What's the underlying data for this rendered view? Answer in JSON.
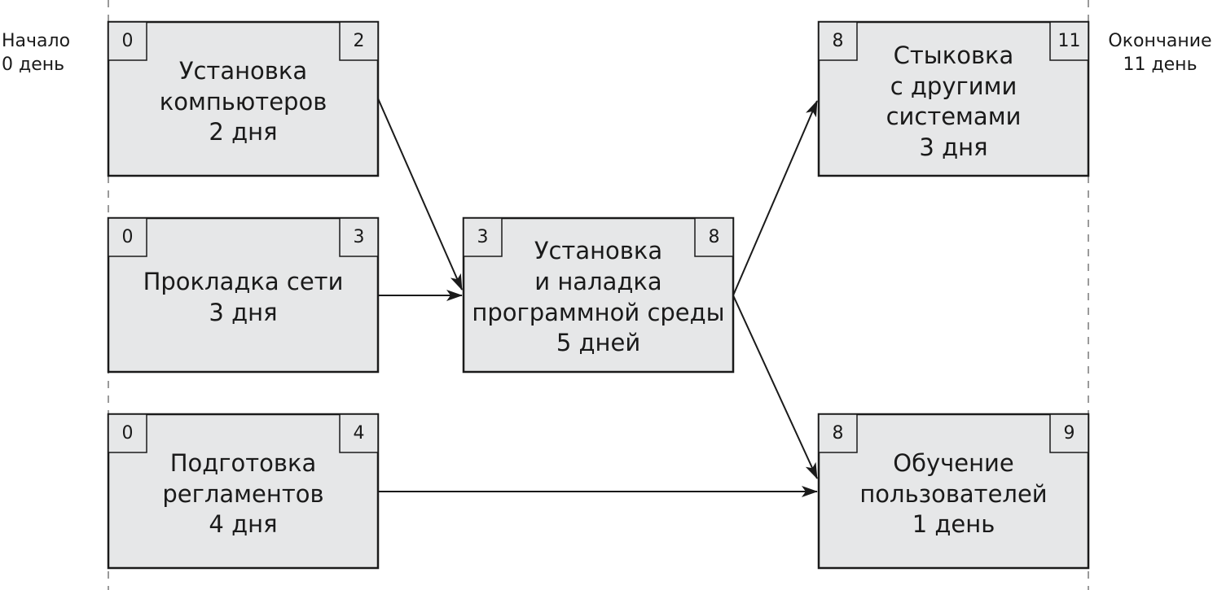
{
  "start_label": [
    "Начало",
    "0 день"
  ],
  "end_label": [
    "Окончание",
    "11 день"
  ],
  "tasks": [
    {
      "id": "install-computers",
      "start": "0",
      "end": "2",
      "lines": [
        "Установка",
        "компьютеров",
        "2 дня"
      ]
    },
    {
      "id": "network-cabling",
      "start": "0",
      "end": "3",
      "lines": [
        "Прокладка сети",
        "3 дня"
      ]
    },
    {
      "id": "regulations-prep",
      "start": "0",
      "end": "4",
      "lines": [
        "Подготовка",
        "регламентов",
        "4 дня"
      ]
    },
    {
      "id": "software-setup",
      "start": "3",
      "end": "8",
      "lines": [
        "Установка",
        "и наладка",
        "программной среды",
        "5 дней"
      ]
    },
    {
      "id": "systems-integration",
      "start": "8",
      "end": "11",
      "lines": [
        "Стыковка",
        "с другими",
        "системами",
        "3 дня"
      ]
    },
    {
      "id": "user-training",
      "start": "8",
      "end": "9",
      "lines": [
        "Обучение",
        "пользователей",
        "1 день"
      ]
    }
  ],
  "edges": [
    {
      "from": "install-computers",
      "to": "software-setup"
    },
    {
      "from": "network-cabling",
      "to": "software-setup"
    },
    {
      "from": "regulations-prep",
      "to": "user-training"
    },
    {
      "from": "software-setup",
      "to": "systems-integration"
    },
    {
      "from": "software-setup",
      "to": "user-training"
    }
  ]
}
